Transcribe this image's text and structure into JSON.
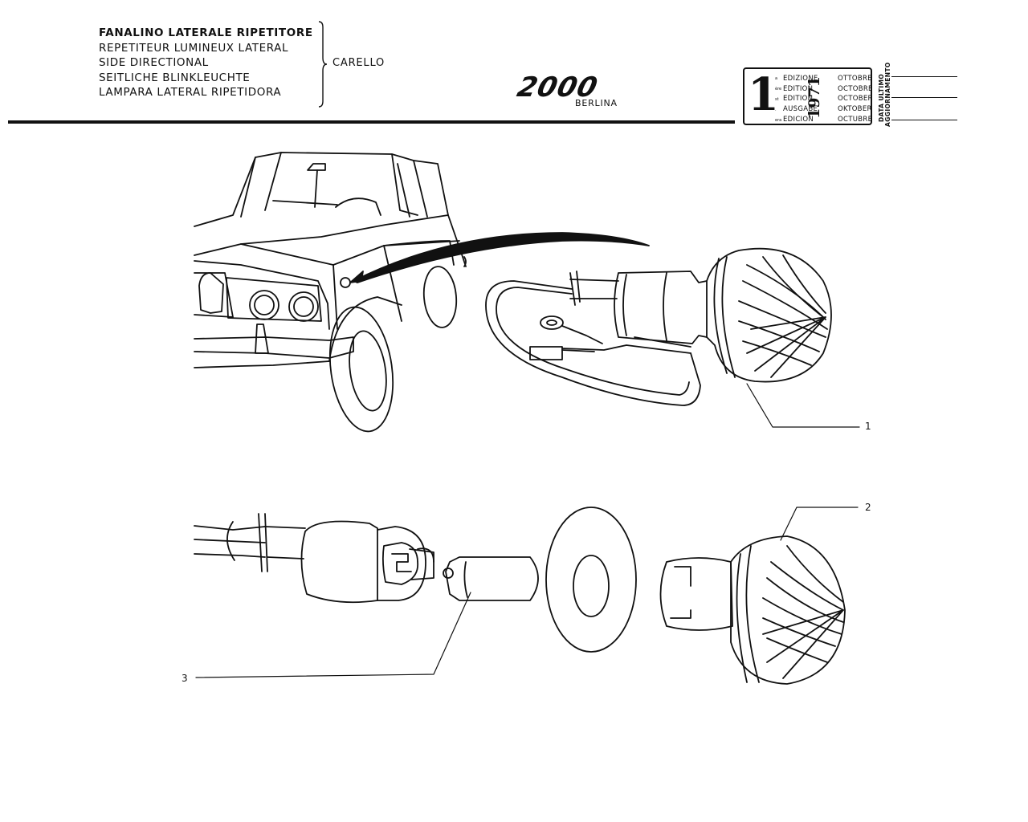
{
  "title": {
    "lines": [
      "FANALINO LATERALE RIPETITORE",
      "REPETITEUR LUMINEUX LATERAL",
      "SIDE DIRECTIONAL",
      "SEITLICHE BLINKLEUCHTE",
      "LAMPARA LATERAL RIPETIDORA"
    ]
  },
  "supplier": "CARELLO",
  "model": {
    "logo": "2000",
    "variant": "BERLINA"
  },
  "edition_stamp": {
    "number": "1",
    "suffixes": [
      "a",
      "ère",
      "st",
      ".",
      "era"
    ],
    "editions": [
      "EDIZIONE",
      "EDITION",
      "EDITION",
      "AUSGABE",
      "EDICION"
    ],
    "year": "1971",
    "months": [
      "OTTOBRE",
      "OCTOBRE",
      "OCTOBER",
      "OKTOBER",
      "OCTUBRE"
    ],
    "update_label_1": "DATA ULTIMO",
    "update_label_2": "AGGIORNAMENTO"
  },
  "callouts": [
    "1",
    "2",
    "3"
  ]
}
